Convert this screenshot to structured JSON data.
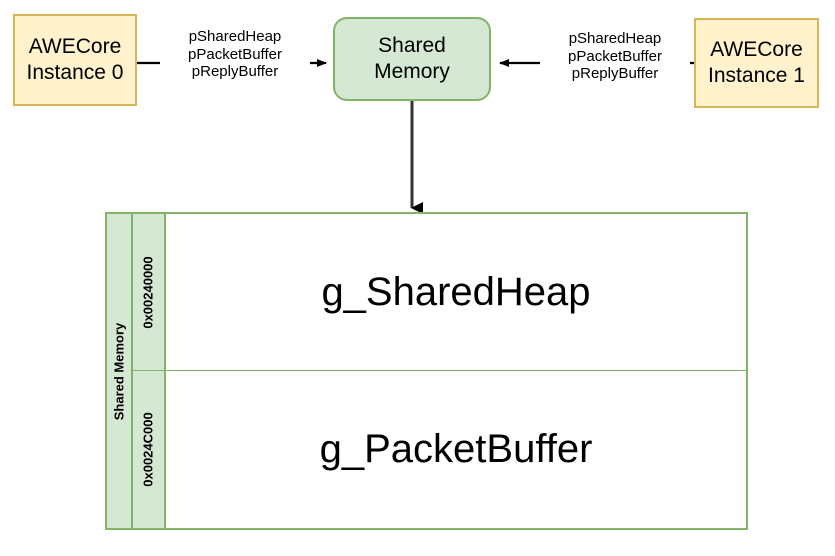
{
  "diagram": {
    "nodes": {
      "core0": {
        "line1": "AWECore",
        "line2": "Instance 0"
      },
      "core1": {
        "line1": "AWECore",
        "line2": "Instance 1"
      },
      "shared": {
        "line1": "Shared",
        "line2": "Memory"
      }
    },
    "edges": {
      "left": {
        "line1": "pSharedHeap",
        "line2": "pPacketBuffer",
        "line3": "pReplyBuffer"
      },
      "right": {
        "line1": "pSharedHeap",
        "line2": "pPacketBuffer",
        "line3": "pReplyBuffer"
      }
    },
    "memory_map": {
      "title": "Shared Memory",
      "rows": [
        {
          "address": "0x00240000",
          "region": "g_SharedHeap"
        },
        {
          "address": "0x0024C000",
          "region": "g_PacketBuffer"
        }
      ]
    },
    "colors": {
      "core_fill": "#fff2cc",
      "core_stroke": "#d6b656",
      "shared_fill": "#d5e8d4",
      "shared_stroke": "#82b366",
      "arrow": "#000000",
      "background": "#ffffff"
    }
  }
}
